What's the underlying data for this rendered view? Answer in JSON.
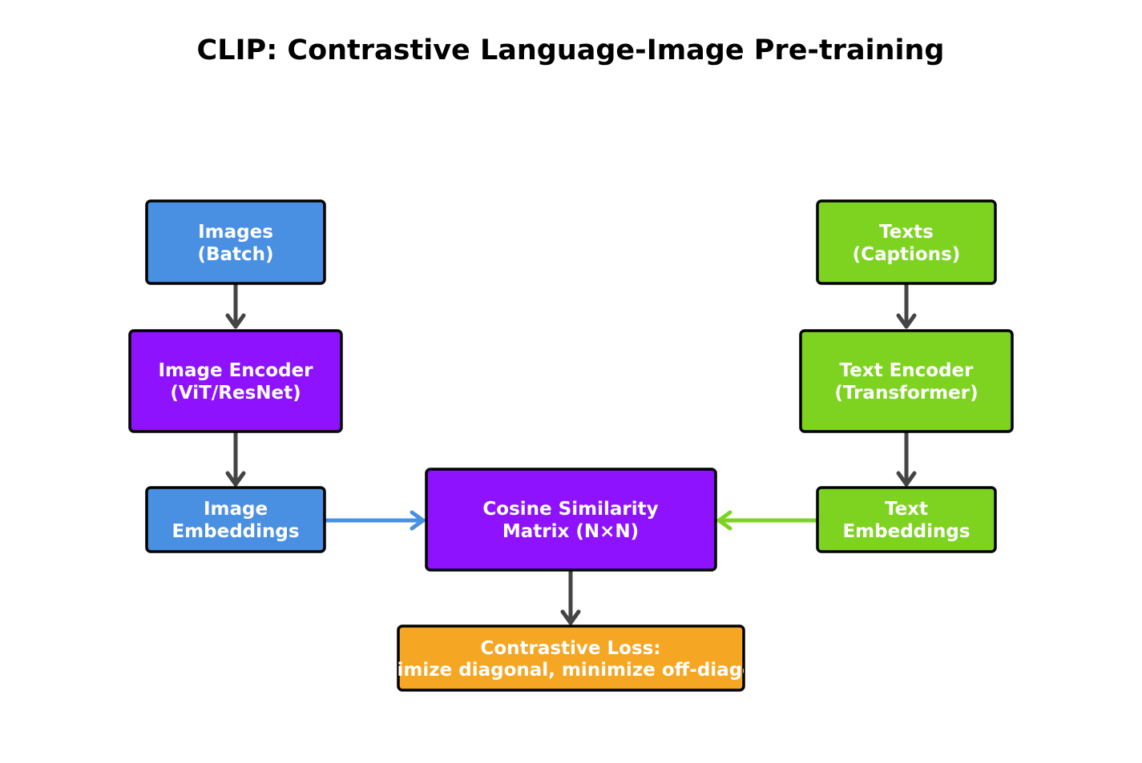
{
  "title": "CLIP: Contrastive Language-Image Pre-training",
  "colors": {
    "image_box": "#4a90e2",
    "encoder_box": "#8e12fe",
    "text_box": "#7ed321",
    "loss_box": "#f5a623",
    "arrow_dark": "#444444",
    "arrow_image": "#4a90e2",
    "arrow_text": "#7ed321"
  },
  "nodes": {
    "images": {
      "line1": "Images",
      "line2": "(Batch)"
    },
    "image_encoder": {
      "line1": "Image Encoder",
      "line2": "(ViT/ResNet)"
    },
    "image_embeddings": {
      "line1": "Image",
      "line2": "Embeddings"
    },
    "texts": {
      "line1": "Texts",
      "line2": "(Captions)"
    },
    "text_encoder": {
      "line1": "Text Encoder",
      "line2": "(Transformer)"
    },
    "text_embeddings": {
      "line1": "Text",
      "line2": "Embeddings"
    },
    "similarity": {
      "line1": "Cosine Similarity",
      "line2": "Matrix (N×N)"
    },
    "loss": {
      "line1": "Contrastive Loss:",
      "line2": "Maximize diagonal, minimize off-diagonal"
    }
  },
  "edges": [
    {
      "from": "images",
      "to": "image_encoder"
    },
    {
      "from": "image_encoder",
      "to": "image_embeddings"
    },
    {
      "from": "texts",
      "to": "text_encoder"
    },
    {
      "from": "text_encoder",
      "to": "text_embeddings"
    },
    {
      "from": "image_embeddings",
      "to": "similarity"
    },
    {
      "from": "text_embeddings",
      "to": "similarity"
    },
    {
      "from": "similarity",
      "to": "loss"
    }
  ]
}
